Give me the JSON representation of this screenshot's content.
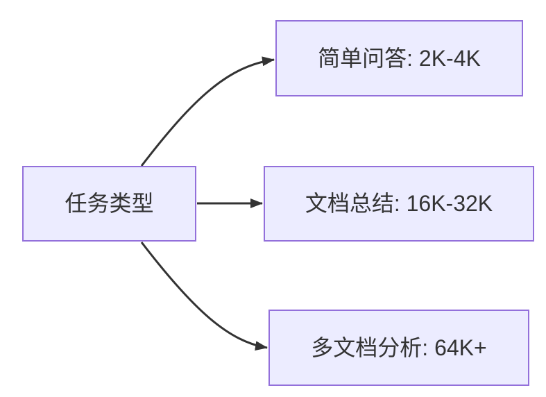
{
  "diagram": {
    "kind": "flowchart",
    "direction": "left-to-right",
    "nodes": [
      {
        "id": "task-type",
        "label": "任务类型"
      },
      {
        "id": "simple-qa",
        "label": "简单问答: 2K-4K"
      },
      {
        "id": "doc-summary",
        "label": "文档总结: 16K-32K"
      },
      {
        "id": "multi-doc-analysis",
        "label": "多文档分析: 64K+"
      }
    ],
    "edges": [
      {
        "from": "task-type",
        "to": "simple-qa",
        "shape": "curve-up"
      },
      {
        "from": "task-type",
        "to": "doc-summary",
        "shape": "straight"
      },
      {
        "from": "task-type",
        "to": "multi-doc-analysis",
        "shape": "curve-down"
      }
    ],
    "colors": {
      "node_fill": "#ECECFF",
      "node_border": "#9370DB",
      "edge_stroke": "#333333",
      "text": "#333333",
      "background": "#FFFFFF"
    }
  }
}
